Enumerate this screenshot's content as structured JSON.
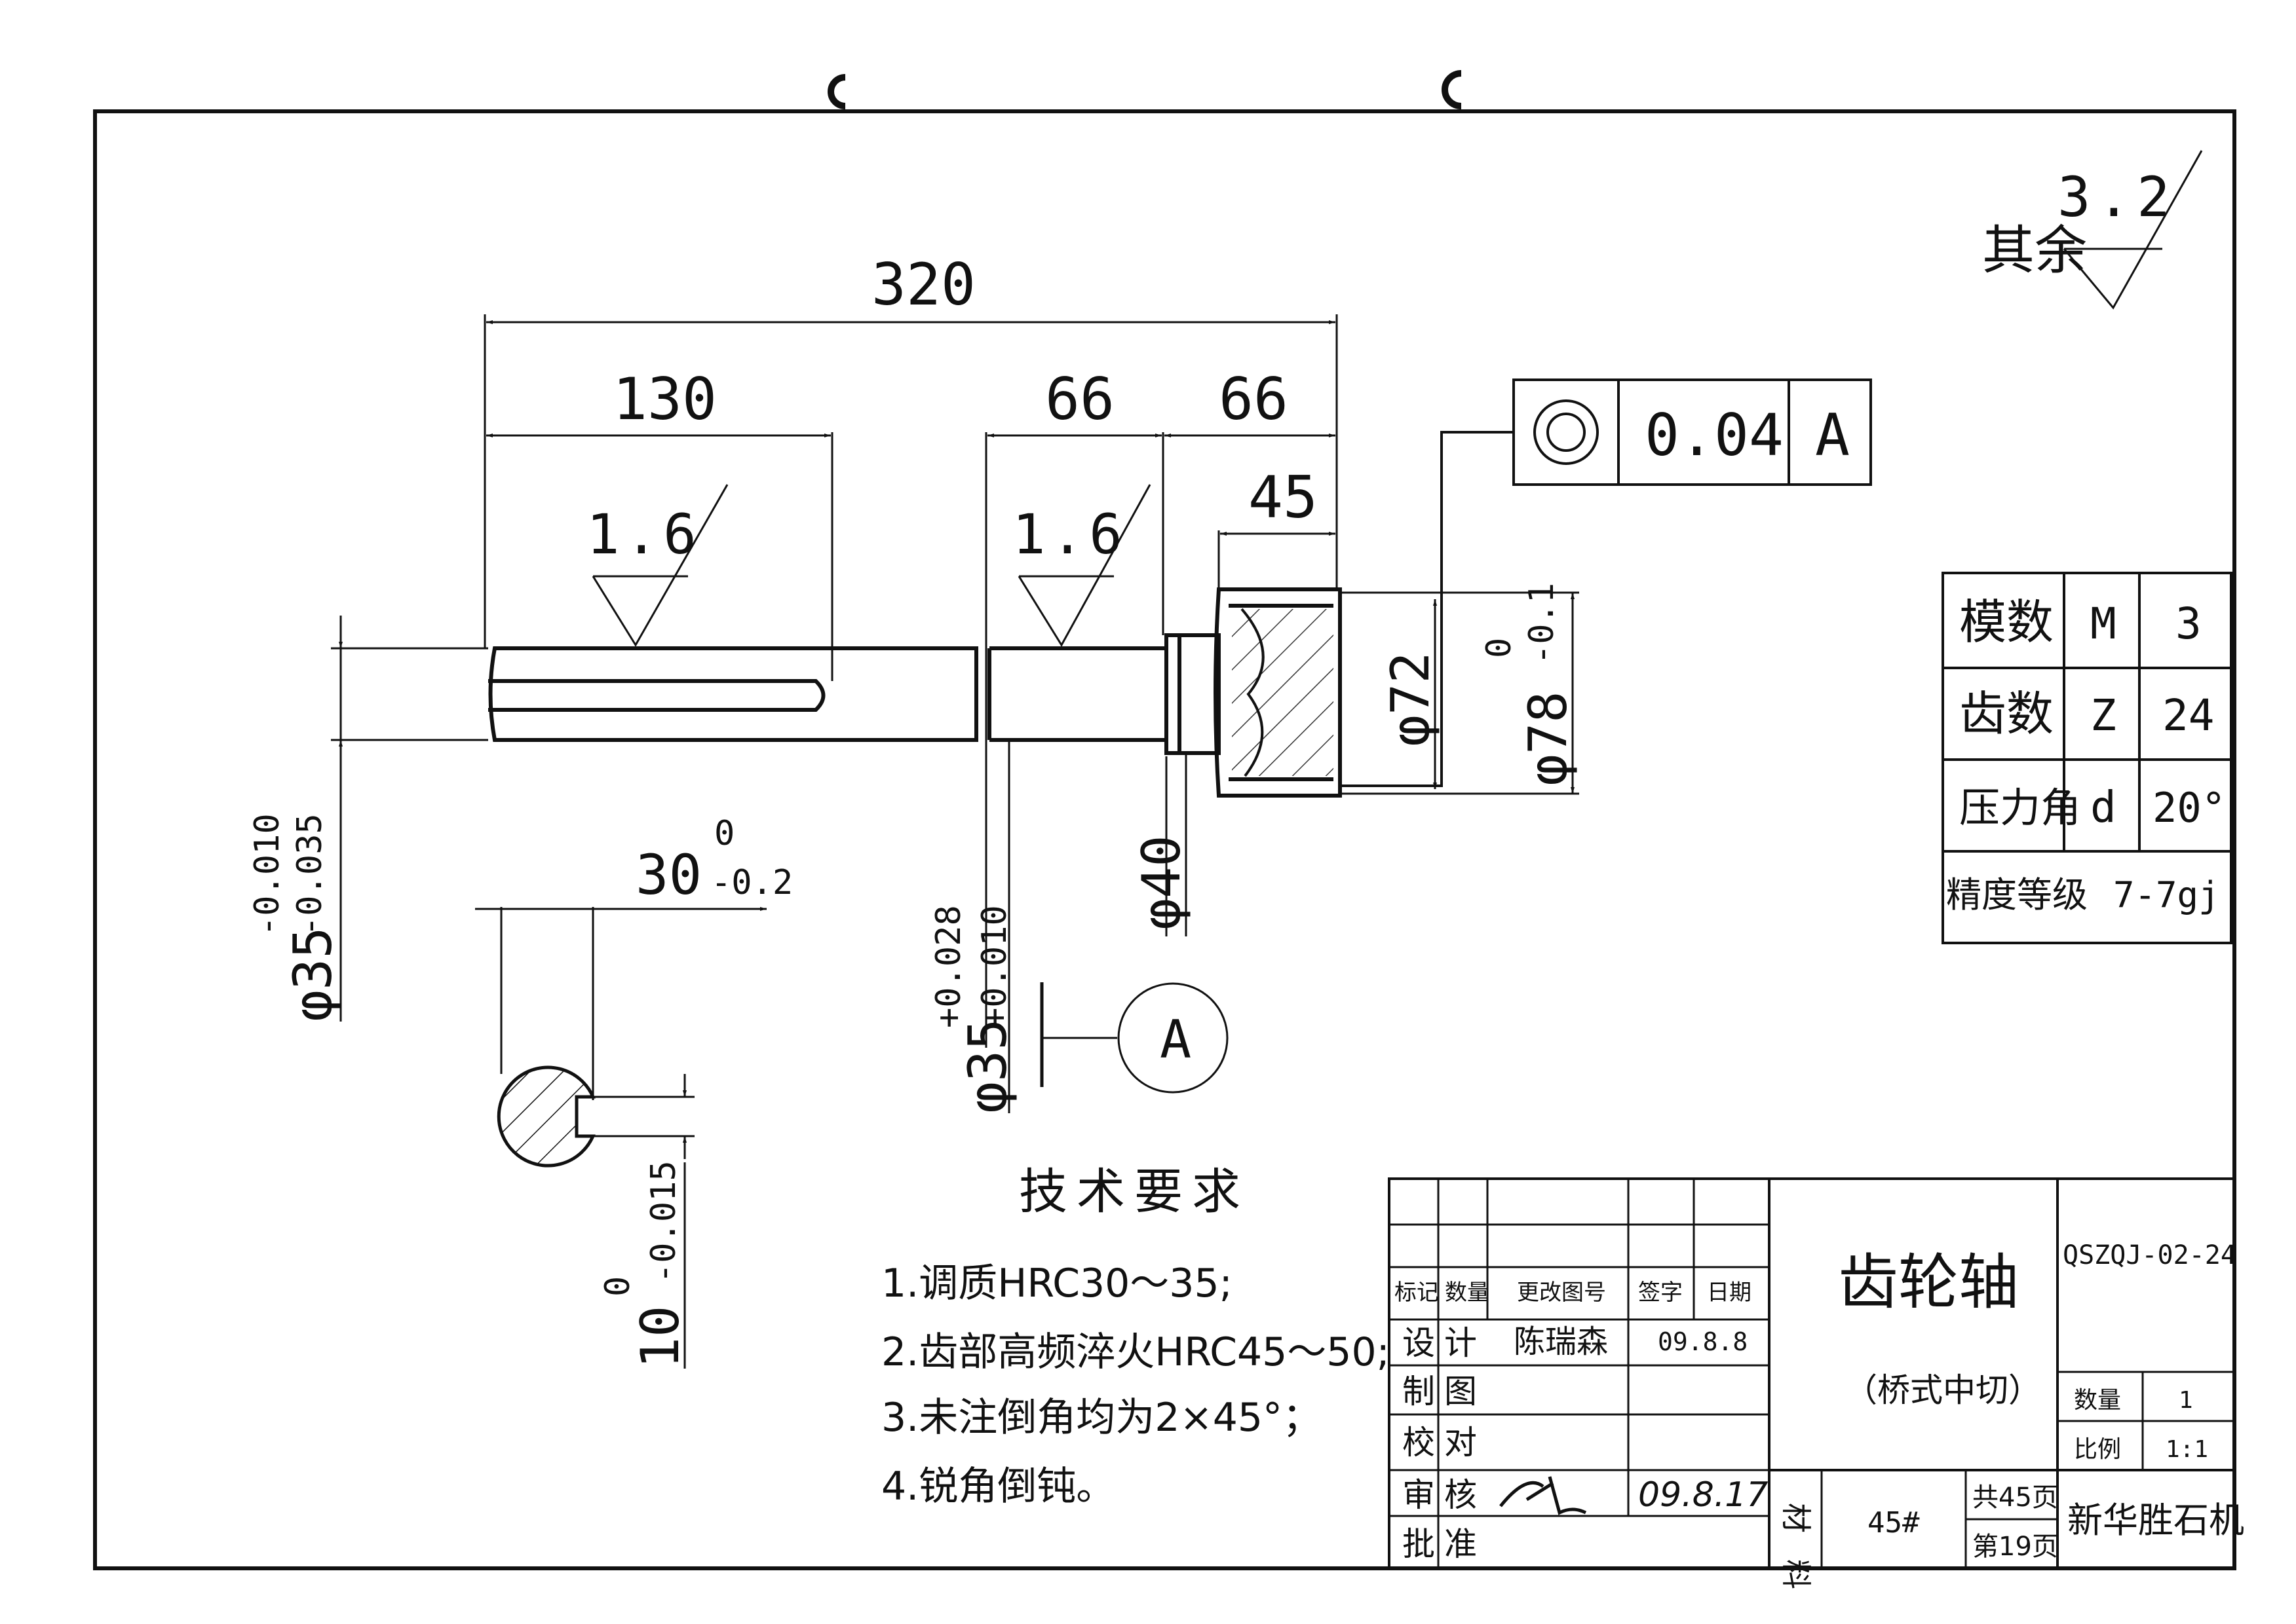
{
  "roughness": {
    "other_label": "其余",
    "other_value": "3.2",
    "left_seg": "1.6",
    "mid_seg": "1.6"
  },
  "dims": {
    "total": "320",
    "left": "130",
    "mid1": "66",
    "mid2": "66",
    "gear_w": "45",
    "gear_inner": "φ72",
    "gear_outer": "φ78",
    "gear_outer_tol_up": "0",
    "gear_outer_tol_lo": "-0.1",
    "shaft_left": "φ35",
    "shaft_left_tol_up": "-0.010",
    "shaft_left_tol_lo": "-0.035",
    "shaft_mid": "φ35",
    "shaft_mid_tol_up": "+0.028",
    "shaft_mid_tol_lo": "+0.010",
    "shoulder": "φ40",
    "key_depth": "30",
    "key_depth_tol_up": "0",
    "key_depth_tol_lo": "-0.2",
    "key_width": "10",
    "key_width_tol_up": "0",
    "key_width_tol_lo": "-0.015"
  },
  "tolerance_frame": {
    "value": "0.04",
    "datum": "A"
  },
  "datum_label": "A",
  "gear_params": [
    {
      "name": "模数",
      "symbol": "M",
      "value": "3"
    },
    {
      "name": "齿数",
      "symbol": "Z",
      "value": "24"
    },
    {
      "name": "压力角",
      "symbol": "d",
      "value": "20°"
    },
    {
      "name": "精度等级",
      "symbol": "",
      "value": "7-7gj"
    }
  ],
  "tech_req": {
    "title": "技术要求",
    "items": [
      "1.调质HRC30～35;",
      "2.齿部高频淬火HRC45～50;",
      "3.未注倒角均为2×45°；",
      "4.锐角倒钝。"
    ]
  },
  "title_block": {
    "part_name": "齿轮轴",
    "subtitle": "（桥式中切）",
    "drawing_no": "QSZQJ-02-24",
    "rev_headers": [
      "标记",
      "数量",
      "更改图号",
      "签字",
      "日期"
    ],
    "roles": [
      "设计",
      "制图",
      "校对",
      "审核",
      "批准"
    ],
    "designer": "陈瑞森",
    "design_date": "09.8.8",
    "review_date": "09.8.17",
    "quantity_label": "数量",
    "quantity": "1",
    "scale_label": "比例",
    "scale": "1:1",
    "material_label": "材料",
    "material": "45#",
    "total_pages": "共45页",
    "page": "第19页",
    "company": "新华胜石机"
  }
}
